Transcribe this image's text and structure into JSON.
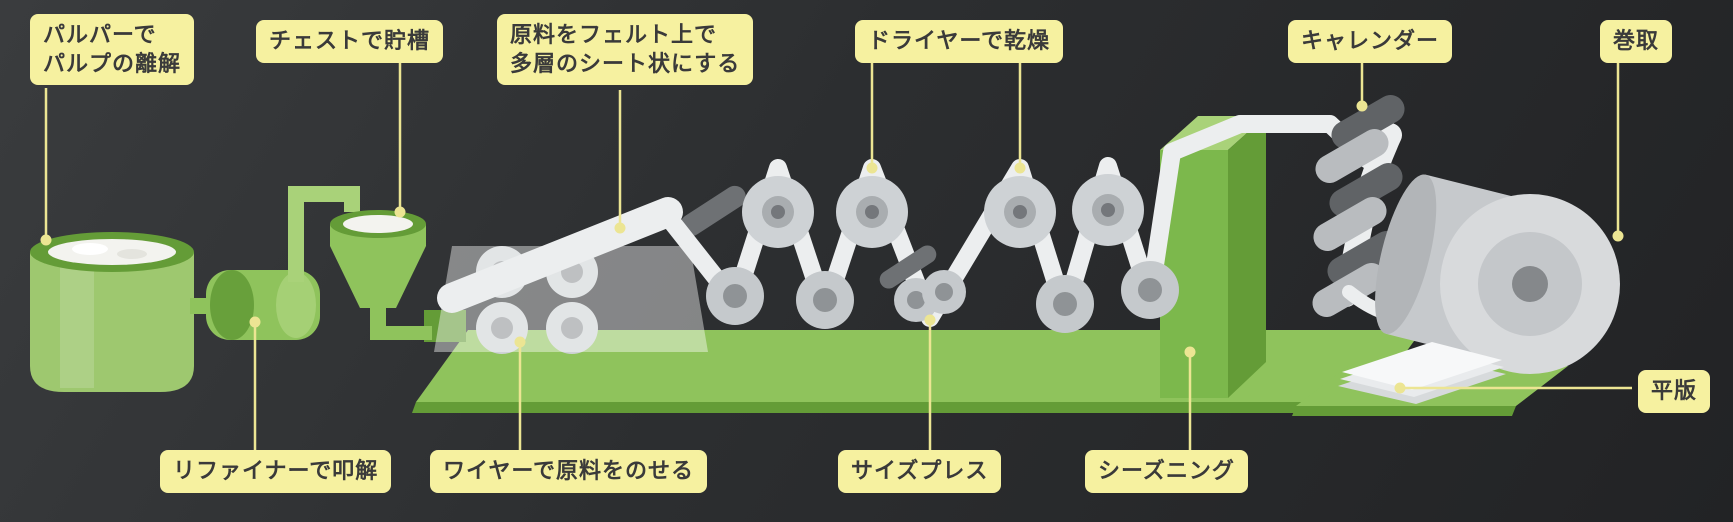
{
  "diagram": {
    "name": "paper-manufacturing-process",
    "labels": {
      "pulper": "パルパーで\nパルプの離解",
      "chest": "チェストで貯槽",
      "felt_sheet": "原料をフェルト上で\n多層のシート状にする",
      "dryer": "ドライヤーで乾燥",
      "calender": "キャレンダー",
      "winder": "巻取",
      "refiner": "リファイナーで叩解",
      "wire": "ワイヤーで原料をのせる",
      "size_press": "サイズプレス",
      "seasoning": "シーズニング",
      "flat_sheet": "平版"
    },
    "colors": {
      "background_top": "#3a3c3e",
      "background_bottom": "#222325",
      "label_background": "#f6f1a0",
      "label_text": "#3a3a3a",
      "connector": "#ece593",
      "machine_green": "#8fc35c",
      "machine_green_dark": "#649c37",
      "machine_green_light": "#a9d279",
      "roller_gray": "#ced2d5",
      "paper_white": "#eceeef"
    }
  }
}
